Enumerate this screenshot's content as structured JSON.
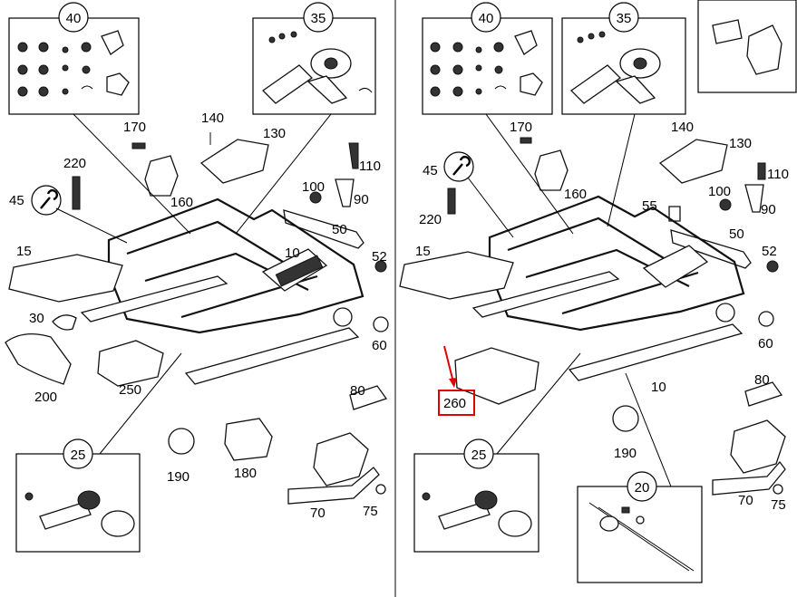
{
  "left_panel": {
    "callouts": {
      "c40": "40",
      "c35": "35",
      "c25": "25",
      "c170": "170",
      "c140": "140",
      "c130": "130",
      "c110": "110",
      "c220": "220",
      "c160": "160",
      "c100": "100",
      "c90": "90",
      "c45": "45",
      "c50": "50",
      "c15": "15",
      "c10": "10",
      "c52": "52",
      "c30": "30",
      "c60": "60",
      "c200": "200",
      "c250": "250",
      "c80": "80",
      "c190": "190",
      "c180": "180",
      "c70": "70",
      "c75": "75"
    }
  },
  "right_panel": {
    "callouts": {
      "c40": "40",
      "c35": "35",
      "c25": "25",
      "c20": "20",
      "c170": "170",
      "c140": "140",
      "c130": "130",
      "c110": "110",
      "c45": "45",
      "c220": "220",
      "c160": "160",
      "c55": "55",
      "c100": "100",
      "c90": "90",
      "c50": "50",
      "c15": "15",
      "c52": "52",
      "c60": "60",
      "c260": "260",
      "c10": "10",
      "c80": "80",
      "c190": "190",
      "c70": "70",
      "c75": "75"
    },
    "highlight_color": "#e00000"
  },
  "icons": [
    "wrench-icon",
    "highlight-arrow-icon"
  ]
}
